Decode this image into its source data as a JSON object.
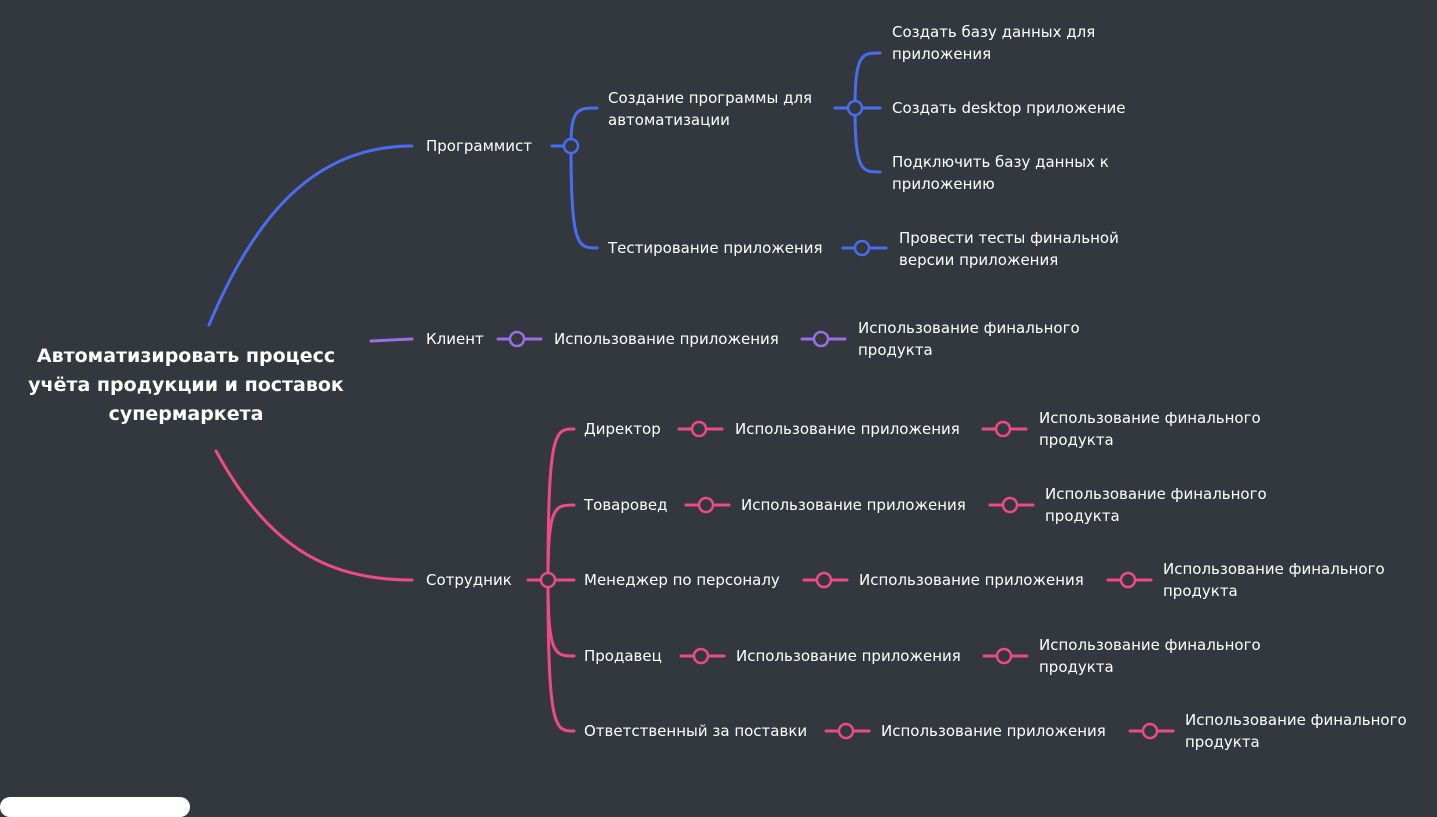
{
  "colors": {
    "background": "#33383e",
    "programmer": "#4a6cf0",
    "client": "#9b6ee8",
    "employee": "#ee4a86"
  },
  "root": {
    "title": "Автоматизировать процесс\nучёта продукции и поставок\nсупермаркета"
  },
  "programmer": {
    "label": "Программист",
    "create": {
      "label": "Создание программы для\nавтоматизации",
      "tasks": [
        "Создать базу данных для\nприложения",
        "Создать desktop приложение",
        "Подключить базу данных к\nприложению"
      ]
    },
    "test": {
      "label": "Тестирование приложения",
      "task": "Провести тесты финальной\nверсии приложения"
    }
  },
  "client": {
    "label": "Клиент",
    "step": "Использование приложения",
    "result": "Использование финального\nпродукта"
  },
  "employee": {
    "label": "Сотрудник",
    "roles": [
      {
        "label": "Директор",
        "step": "Использование приложения",
        "result": "Использование финального\nпродукта"
      },
      {
        "label": "Товаровед",
        "step": "Использование приложения",
        "result": "Использование финального\nпродукта"
      },
      {
        "label": "Менеджер по персоналу",
        "step": "Использование приложения",
        "result": "Использование финального\nпродукта"
      },
      {
        "label": "Продавец",
        "step": "Использование приложения",
        "result": "Использование финального\nпродукта"
      },
      {
        "label": "Ответственный за поставки",
        "step": "Использование приложения",
        "result": "Использование финального\nпродукта"
      }
    ]
  }
}
